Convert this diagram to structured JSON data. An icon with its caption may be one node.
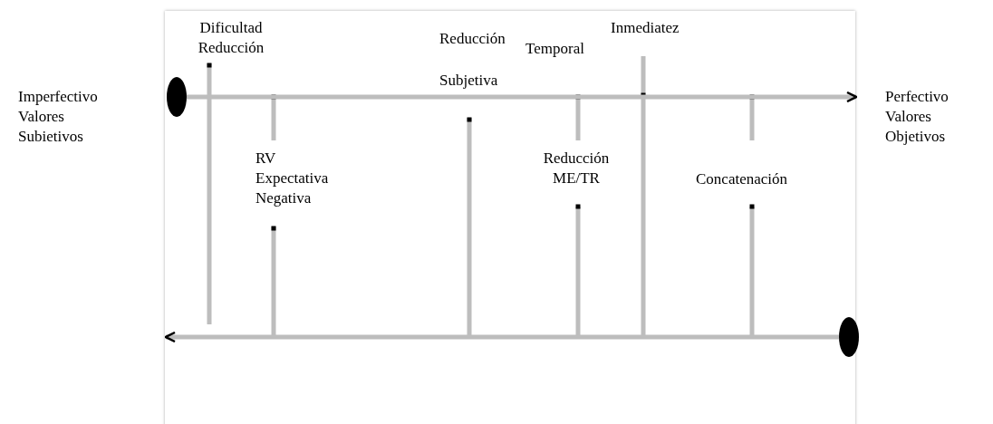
{
  "diagram": {
    "nodes": [
      {
        "text": [],
        "shape": "circle"
      },
      {
        "text": [],
        "shape": "circle"
      }
    ],
    "edges": [
      {
        "from": 0,
        "to": null,
        "arrow": "to"
      },
      {
        "from": 1,
        "to": null,
        "arrow": "to"
      }
    ],
    "labels": [
      "Dificultad Reducción",
      "Reducción Subjetiva",
      "Temporal",
      "Inmediatez",
      "Imperfectivo Valores Subietivos",
      "Perfectivo Valores Objetivos",
      "RV Expectativa Negativa",
      "Reducción ME/TR",
      "Concatenación"
    ]
  }
}
